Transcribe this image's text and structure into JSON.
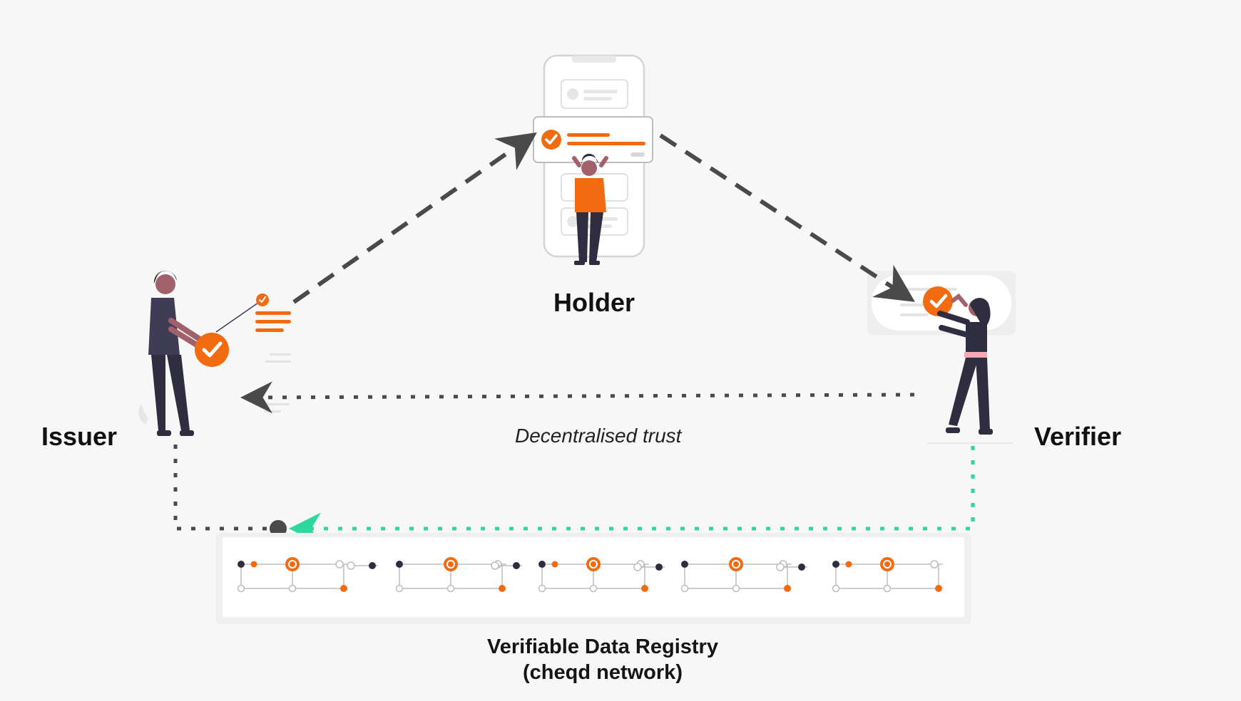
{
  "roles": {
    "holder": "Holder",
    "issuer": "Issuer",
    "verifier": "Verifier"
  },
  "flows": {
    "trust_label": "Decentralised trust"
  },
  "registry": {
    "title_line1": "Verifiable Data Registry",
    "title_line2": "(cheqd network)"
  },
  "colors": {
    "accent_orange": "#f26b10",
    "dark_figure": "#2f2e41",
    "arrow_gray": "#4a4a4a",
    "trust_green": "#2ed6a0",
    "background": "#f7f7f7"
  },
  "icons": {
    "credential": "check-badge-icon",
    "registry_node": "cheqd-logo-icon"
  }
}
